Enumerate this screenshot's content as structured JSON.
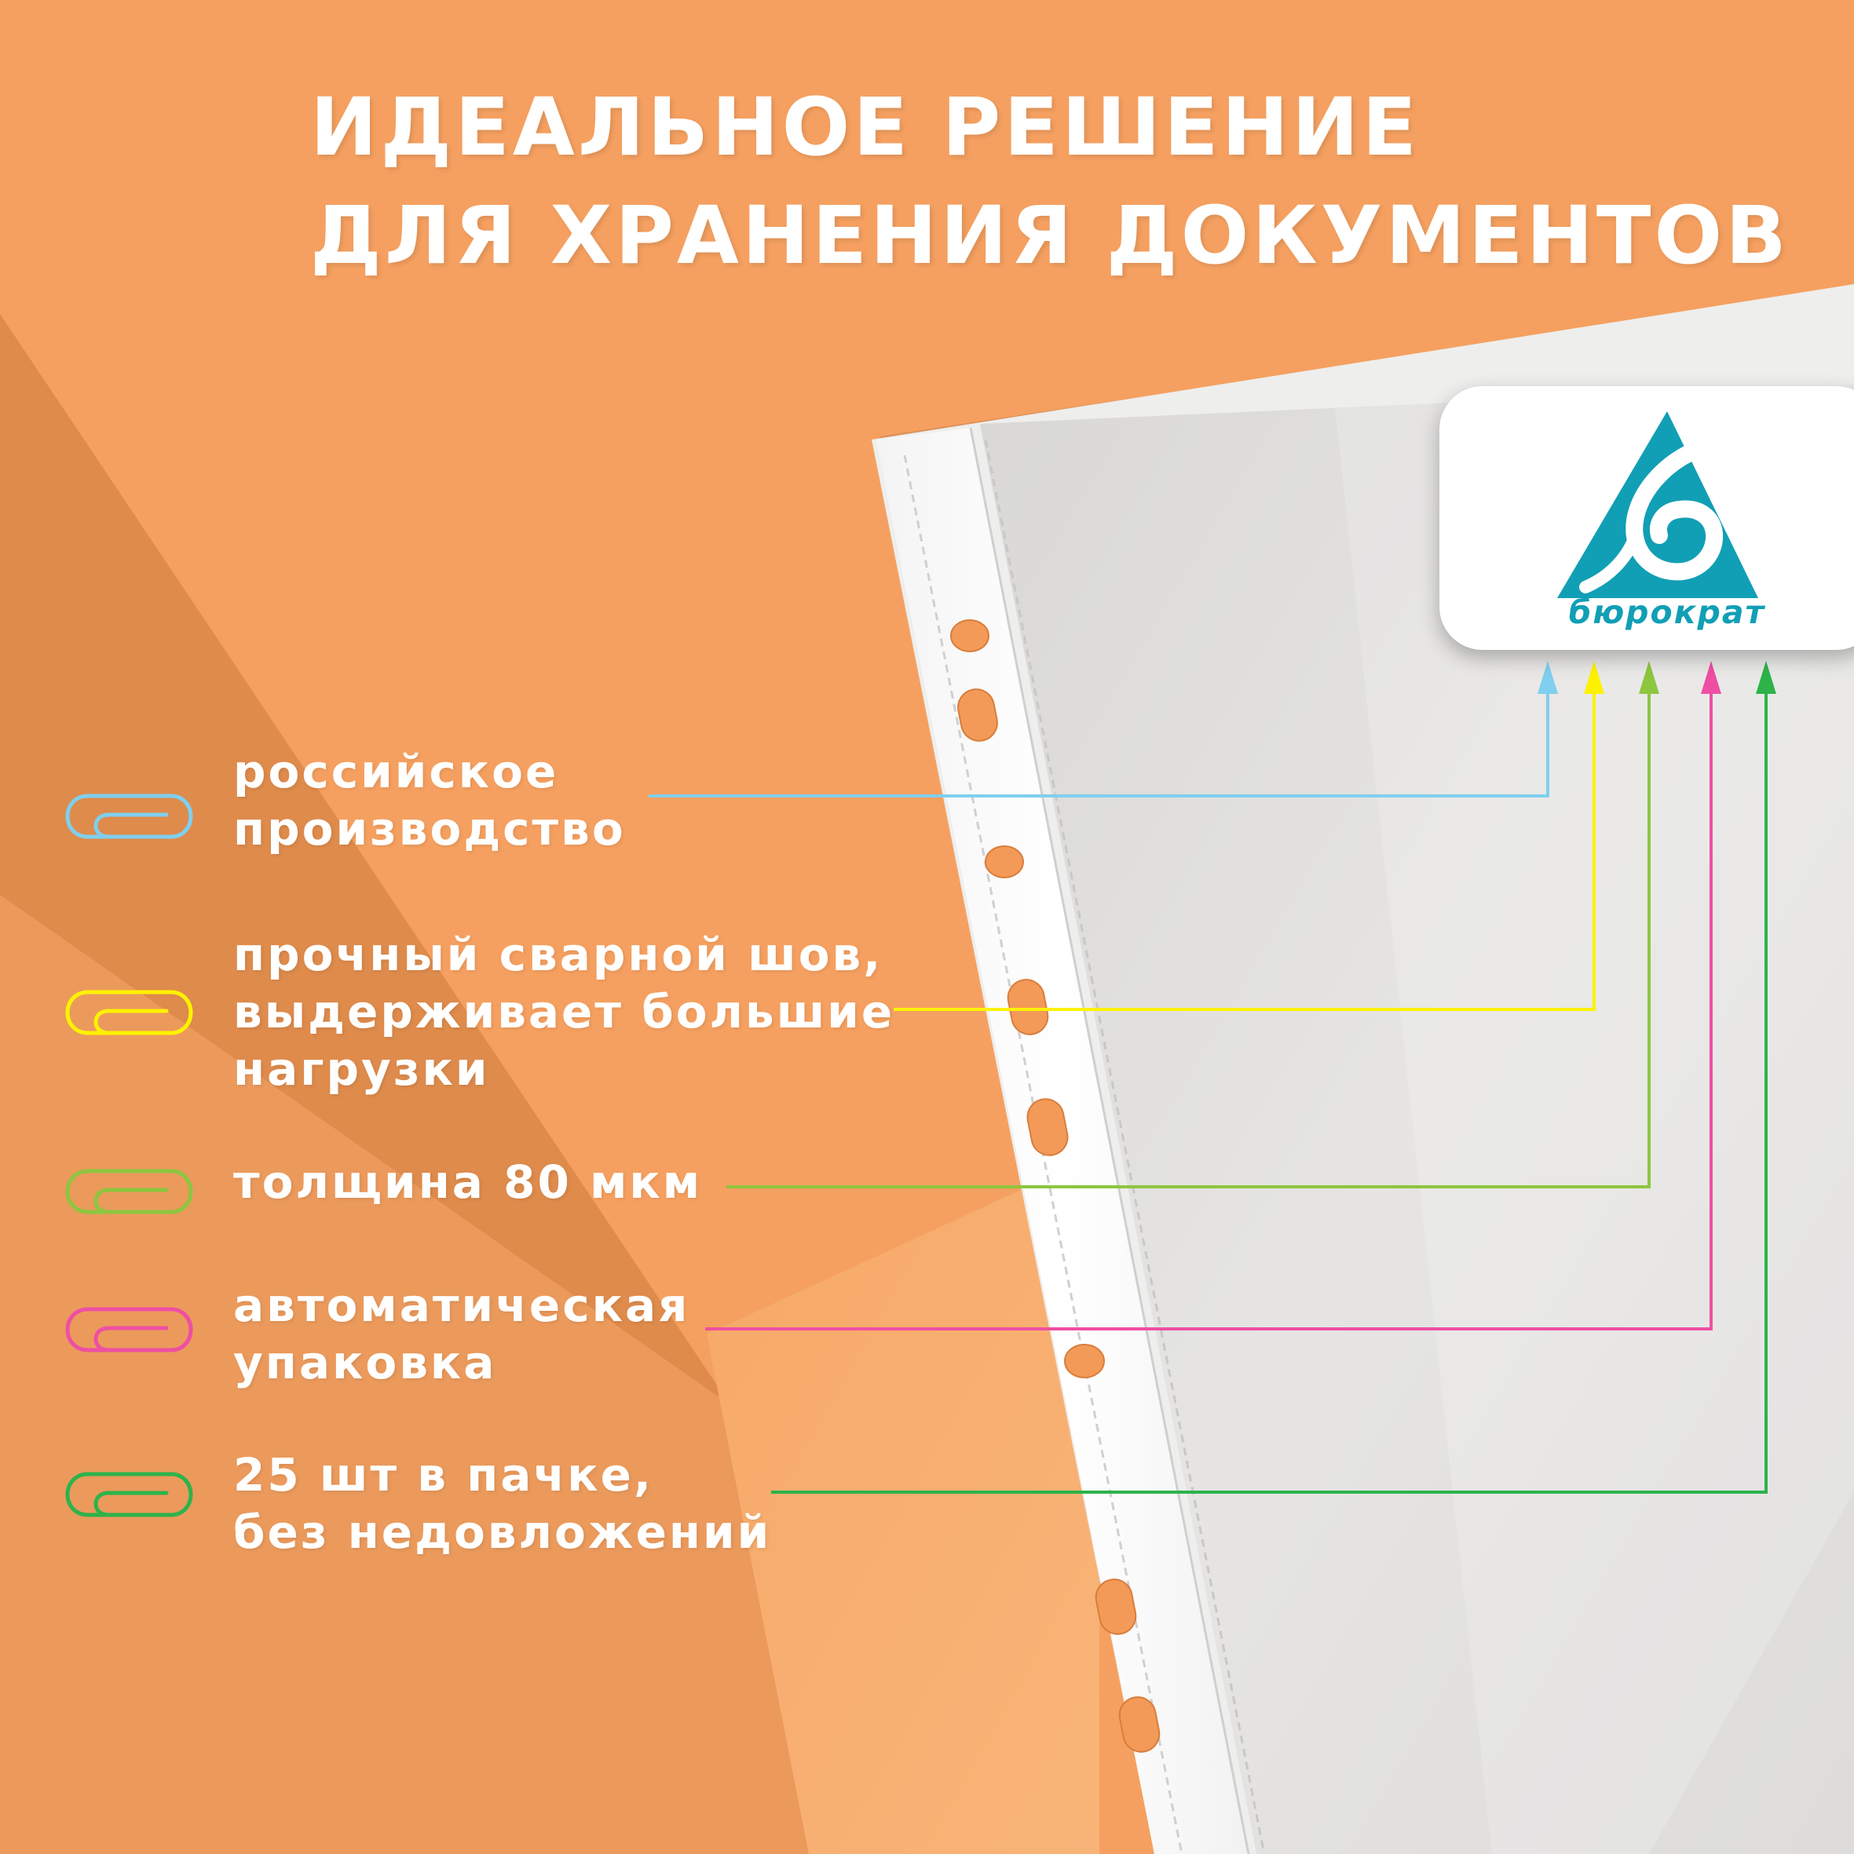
{
  "headline": {
    "line1": "ИДЕАЛЬНОЕ РЕШЕНИЕ",
    "line2": "ДЛЯ ХРАНЕНИЯ ДОКУМЕНТОВ"
  },
  "brand": {
    "name": "бюрократ",
    "color": "#119fb5",
    "logo_icon": "triangle-b-logo-icon"
  },
  "colors": {
    "background": "#f5a060",
    "sheet": "#e3e2e0",
    "text": "#ffffff"
  },
  "features": [
    {
      "lines": [
        "российское",
        "производство"
      ],
      "color": "#7fcfee",
      "icon": "paperclip-icon"
    },
    {
      "lines": [
        "прочный сварной шов,",
        "выдерживает большие",
        "нагрузки"
      ],
      "color": "#fff200",
      "icon": "paperclip-icon"
    },
    {
      "lines": [
        "толщина 80 мкм"
      ],
      "color": "#8dc63f",
      "icon": "paperclip-icon"
    },
    {
      "lines": [
        "автоматическая",
        "упаковка"
      ],
      "color": "#ee4fa3",
      "icon": "paperclip-icon"
    },
    {
      "lines": [
        "25 шт в пачке,",
        "без недовложений"
      ],
      "color": "#2db34a",
      "icon": "paperclip-icon"
    }
  ]
}
